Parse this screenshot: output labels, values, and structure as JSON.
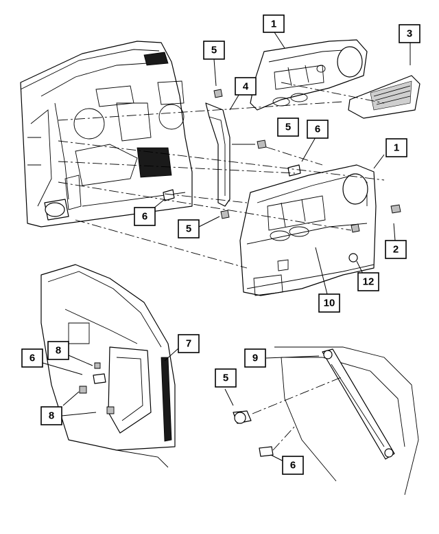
{
  "callouts": [
    {
      "id": "c1a",
      "label": "1"
    },
    {
      "id": "c3",
      "label": "3"
    },
    {
      "id": "c5a",
      "label": "5"
    },
    {
      "id": "c4",
      "label": "4"
    },
    {
      "id": "c5b",
      "label": "5"
    },
    {
      "id": "c6a",
      "label": "6"
    },
    {
      "id": "c1b",
      "label": "1"
    },
    {
      "id": "c6b",
      "label": "6"
    },
    {
      "id": "c5c",
      "label": "5"
    },
    {
      "id": "c2",
      "label": "2"
    },
    {
      "id": "c12",
      "label": "12"
    },
    {
      "id": "c10",
      "label": "10"
    },
    {
      "id": "c7",
      "label": "7"
    },
    {
      "id": "c8a",
      "label": "8"
    },
    {
      "id": "c6c",
      "label": "6"
    },
    {
      "id": "c8b",
      "label": "8"
    },
    {
      "id": "c9",
      "label": "9"
    },
    {
      "id": "c5d",
      "label": "5"
    },
    {
      "id": "c6d",
      "label": "6"
    }
  ],
  "colors": {
    "line": "#000000",
    "background": "#ffffff",
    "shading": "#1a1a1a"
  }
}
